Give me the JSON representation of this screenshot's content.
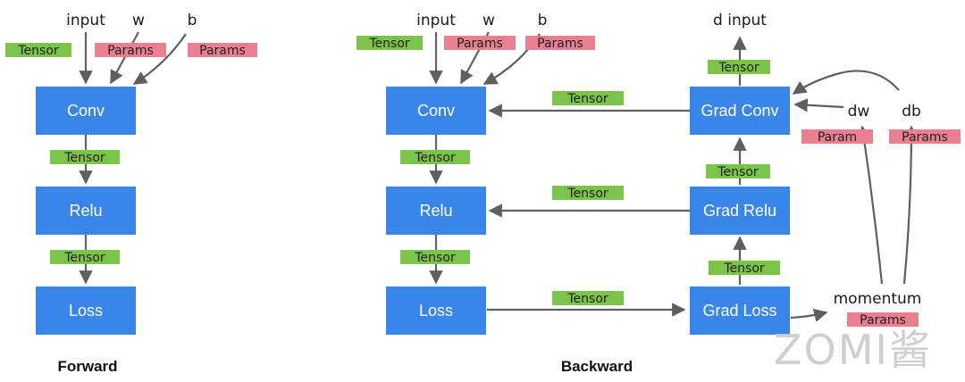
{
  "forward": {
    "inputs": {
      "input": "input",
      "w": "w",
      "b": "b"
    },
    "nodes": {
      "conv": "Conv",
      "relu": "Relu",
      "loss": "Loss"
    },
    "tags": {
      "input": "Tensor",
      "w": "Params",
      "b": "Params",
      "conv_relu": "Tensor",
      "relu_loss": "Tensor"
    },
    "caption": "Forward"
  },
  "backward": {
    "inputs": {
      "input": "input",
      "w": "w",
      "b": "b"
    },
    "nodes": {
      "conv": "Conv",
      "relu": "Relu",
      "loss": "Loss",
      "grad_conv": "Grad Conv",
      "grad_relu": "Grad Relu",
      "grad_loss": "Grad Loss"
    },
    "tags": {
      "input": "Tensor",
      "w": "Params",
      "b": "Params",
      "conv_relu": "Tensor",
      "relu_loss": "Tensor",
      "gradconv_conv": "Tensor",
      "gradrelu_relu": "Tensor",
      "loss_gradloss": "Tensor",
      "d_input": "Tensor",
      "gradrelu_gradconv": "Tensor",
      "gradloss_gradrelu": "Tensor",
      "dw": "Param",
      "db": "Params",
      "momentum": "Params"
    },
    "labels": {
      "d_input": "d input",
      "dw": "dw",
      "db": "db",
      "momentum": "momentum"
    },
    "caption": "Backward"
  },
  "watermark": "ZOMI酱",
  "colors": {
    "node": "#3a86e8",
    "tensor_tag": "#7cc34a",
    "params_tag": "#ea7f92",
    "arrow": "#5f5f5f"
  }
}
